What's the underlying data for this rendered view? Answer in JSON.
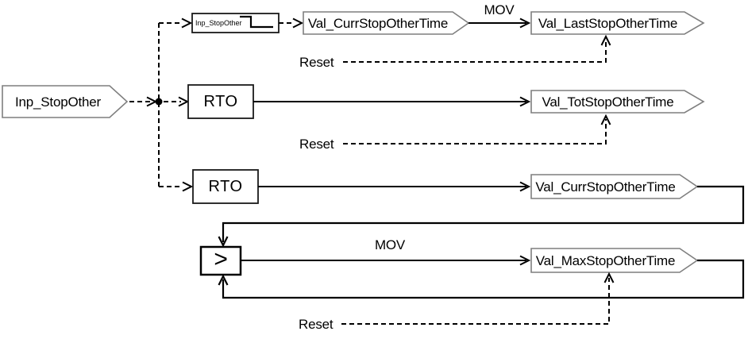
{
  "diagram": {
    "input_tag": {
      "label": "Inp_StopOther"
    },
    "row_last": {
      "oneshot_label": "Inp_StopOther",
      "oneshot_icon": "falling-edge-icon",
      "source_tag": "Val_CurrStopOtherTime",
      "mov": "MOV",
      "dest_tag": "Val_LastStopOtherTime",
      "reset": "Reset"
    },
    "row_total": {
      "rto": "RTO",
      "dest_tag": "Val_TotStopOtherTime",
      "reset": "Reset"
    },
    "row_current": {
      "rto": "RTO",
      "dest_tag": "Val_CurrStopOtherTime"
    },
    "row_max": {
      "comparator": ">",
      "mov": "MOV",
      "dest_tag": "Val_MaxStopOtherTime",
      "reset": "Reset"
    },
    "colors": {
      "line": "#000000",
      "tag_border": "#7f7f7f",
      "box_border": "#1a1a1a",
      "background": "#ffffff"
    }
  }
}
